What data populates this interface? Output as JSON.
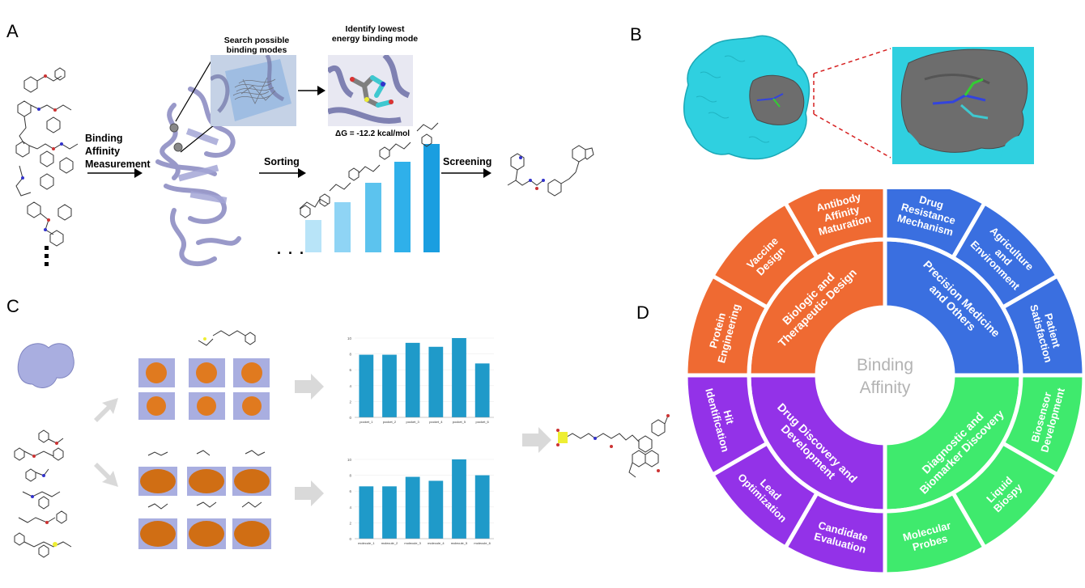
{
  "panels": {
    "a": "A",
    "b": "B",
    "c": "C",
    "d": "D"
  },
  "panel_a": {
    "binding_label_lines": [
      "Binding",
      "Affinity",
      "Measurement"
    ],
    "search_label_lines": [
      "Search possible",
      "binding modes"
    ],
    "identify_label_lines": [
      "Identify lowest",
      "energy binding mode"
    ],
    "delta_g": "ΔG = -12.2 kcal/mol",
    "sorting": "Sorting",
    "screening": "Screening",
    "ellipsis_h": ". . ."
  },
  "panel_c": {
    "chart_top": {
      "type": "bar",
      "categories": [
        "pocket_1",
        "pocket_2",
        "pocket_3",
        "pocket_4",
        "pocket_5",
        "pocket_6"
      ],
      "values": [
        7.9,
        7.9,
        9.4,
        8.9,
        10.0,
        6.8
      ],
      "ylim": [
        0,
        10
      ],
      "yticks": [
        "0",
        "2",
        "4",
        "6",
        "8",
        "10"
      ],
      "color": "#1f9ac9"
    },
    "chart_bottom": {
      "type": "bar",
      "categories": [
        "molecule_1",
        "molecule_2",
        "molecule_3",
        "molecule_4",
        "molecule_5",
        "molecule_6"
      ],
      "values": [
        6.6,
        6.6,
        7.8,
        7.3,
        10.0,
        8.0
      ],
      "ylim": [
        0,
        10
      ],
      "yticks": [
        "0",
        "2",
        "4",
        "6",
        "8",
        "10"
      ],
      "color": "#1f9ac9"
    }
  },
  "panel_d": {
    "center_lines": [
      "Binding",
      "Affinity"
    ],
    "inner": [
      {
        "lines": [
          "Biologic and",
          "Therapeutic Design"
        ],
        "color": "#ef6a32"
      },
      {
        "lines": [
          "Precision Medicine",
          "and Others"
        ],
        "color": "#3a6fe0"
      },
      {
        "lines": [
          "Diagnostic and",
          "Biomarker Discovery"
        ],
        "color": "#3fea6d"
      },
      {
        "lines": [
          "Drug Discovery and",
          "Development"
        ],
        "color": "#9332e8"
      }
    ],
    "outer": [
      {
        "lines": [
          "Protein",
          "Engineering"
        ],
        "color": "#ef6a32"
      },
      {
        "lines": [
          "Vaccine",
          "Design"
        ],
        "color": "#ef6a32"
      },
      {
        "lines": [
          "Antibody",
          "Affinity",
          "Maturation"
        ],
        "color": "#ef6a32"
      },
      {
        "lines": [
          "Drug",
          "Resistance",
          "Mechanism"
        ],
        "color": "#3a6fe0"
      },
      {
        "lines": [
          "Agriculture",
          "and",
          "Environment"
        ],
        "color": "#3a6fe0"
      },
      {
        "lines": [
          "Patient",
          "Satisfaction"
        ],
        "color": "#3a6fe0"
      },
      {
        "lines": [
          "Biosensor",
          "Development"
        ],
        "color": "#3fea6d"
      },
      {
        "lines": [
          "Liquid",
          "Biospy"
        ],
        "color": "#3fea6d"
      },
      {
        "lines": [
          "Molecular",
          "Probes"
        ],
        "color": "#3fea6d"
      },
      {
        "lines": [
          "Candidate",
          "Evaluation"
        ],
        "color": "#9332e8"
      },
      {
        "lines": [
          "Lead",
          "Optimization"
        ],
        "color": "#9332e8"
      },
      {
        "lines": [
          "Hit",
          "Identification"
        ],
        "color": "#9332e8"
      }
    ]
  }
}
